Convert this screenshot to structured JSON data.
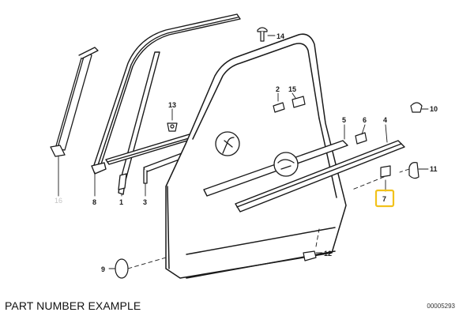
{
  "caption": "PART NUMBER EXAMPLE",
  "diagram_code": "00005293",
  "highlight_color": "#f2c21b",
  "callouts": {
    "c1": "1",
    "c2": "2",
    "c3": "3",
    "c4": "4",
    "c5": "5",
    "c6": "6",
    "c7": "7",
    "c8": "8",
    "c9": "9",
    "c10": "10",
    "c11": "11",
    "c12": "12",
    "c13": "13",
    "c14": "14",
    "c15": "15",
    "c16": "16"
  }
}
